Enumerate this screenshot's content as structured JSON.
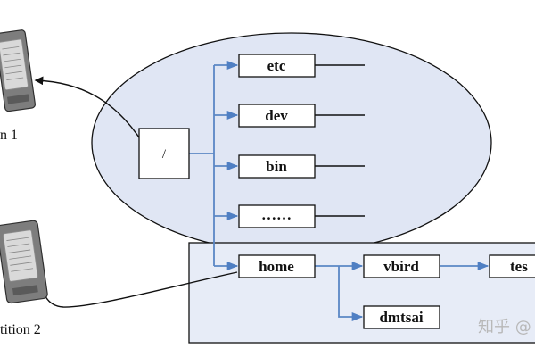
{
  "colors": {
    "ellipse_fill": "#e0e6f4",
    "partition2_fill": "#e7ecf7",
    "link_line": "#5b87c5",
    "box_stroke": "#111111",
    "outline": "#111111",
    "disk_body": "#7d7d7d",
    "disk_label": "#d9d9d9",
    "watermark": "#b8b8b8"
  },
  "icons": {
    "disk_icon": "hard-disk"
  },
  "diagram": {
    "root": {
      "label": "/"
    },
    "nodes": {
      "etc": "etc",
      "dev": "dev",
      "bin": "bin",
      "more": "……",
      "home": "home",
      "vbird": "vbird",
      "dmtsai": "dmtsai",
      "test": "tes"
    },
    "captions": {
      "partition1": "n 1",
      "partition2": "tition 2"
    }
  },
  "watermark": {
    "text": "知乎 @"
  }
}
